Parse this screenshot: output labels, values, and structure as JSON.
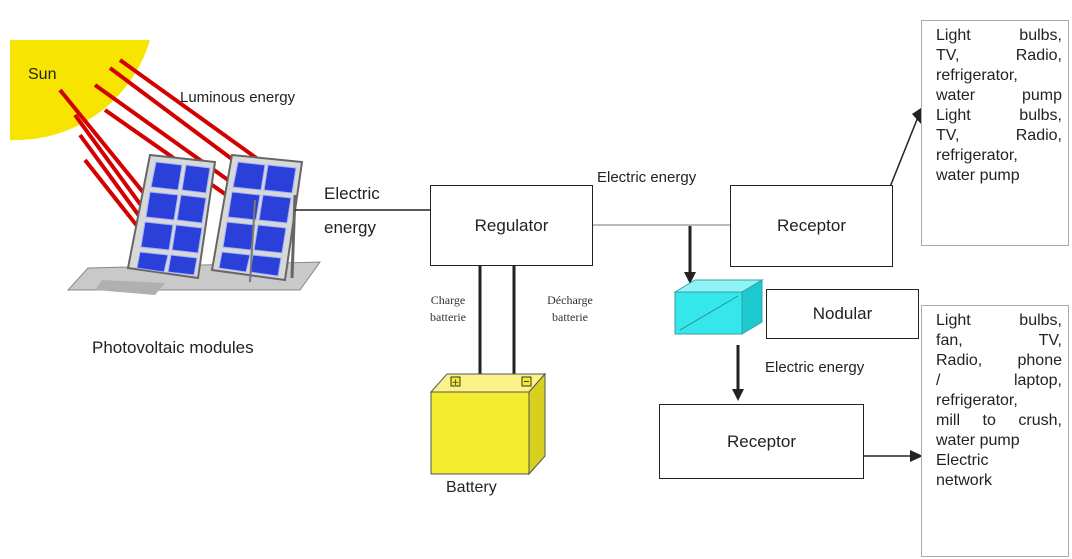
{
  "sun": {
    "label": "Sun"
  },
  "labels": {
    "luminous_energy": "Luminous energy",
    "electric_energy_left_line1": "Electric",
    "electric_energy_left_line2": "energy",
    "electric_energy_top": "Electric energy",
    "electric_energy_mid": "Electric energy",
    "photovoltaic_modules": "Photovoltaic modules",
    "charge_line1": "Charge",
    "charge_line2": "batterie",
    "decharge_line1": "Décharge",
    "decharge_line2": "batterie",
    "battery": "Battery"
  },
  "boxes": {
    "regulator": "Regulator",
    "receptor_top": "Receptor",
    "nodular": "Nodular",
    "receptor_bottom": "Receptor"
  },
  "device_lists": {
    "top": [
      "Light bulbs,",
      "TV, Radio,",
      "refrigerator,",
      "water pump",
      "Light bulbs,",
      "TV, Radio,",
      "refrigerator,",
      "water pump"
    ],
    "bottom": [
      "Light bulbs,",
      "fan, TV,",
      "Radio, phone",
      "/ laptop,",
      "refrigerator,",
      "mill to crush,",
      "water pump",
      "Electric",
      "network"
    ]
  },
  "colors": {
    "sun": "#f7e400",
    "sun_ray": "#d40000",
    "panel_cell": "#2b3fd9",
    "battery": "#f4ec2e",
    "nodular": "#35e6ea"
  }
}
